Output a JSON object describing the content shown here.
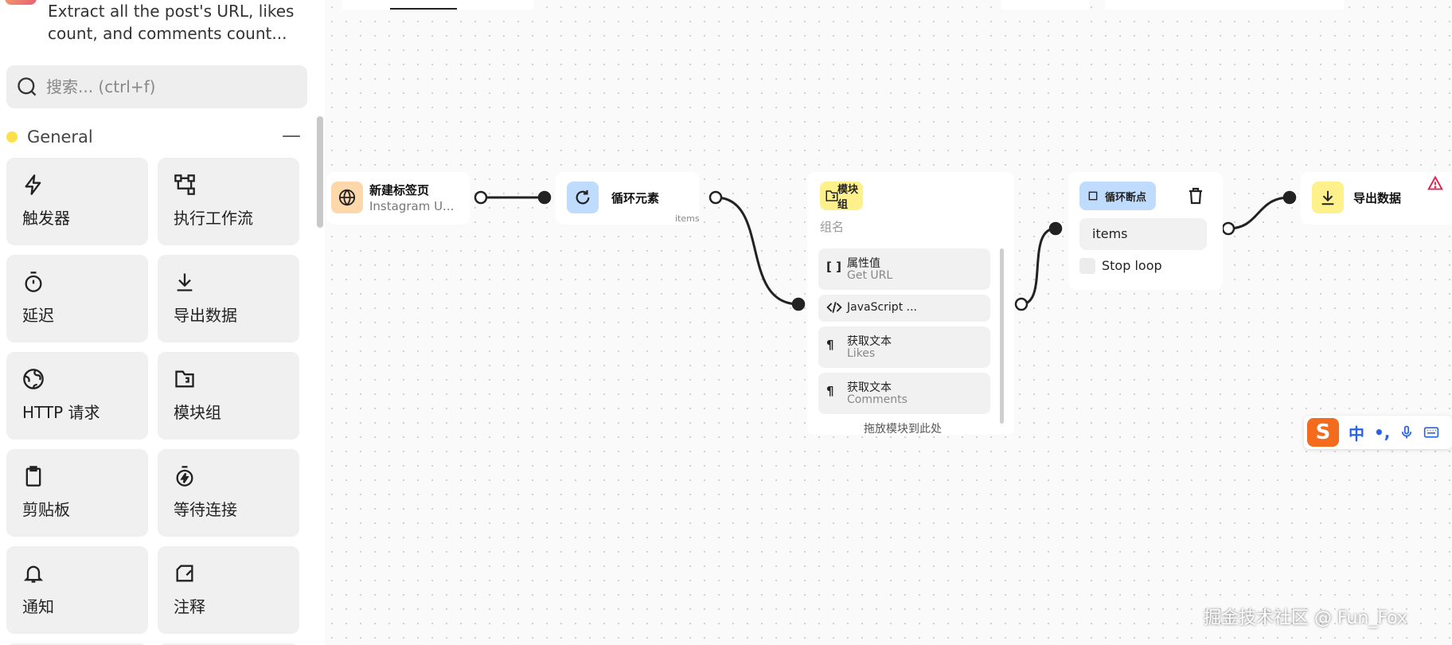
{
  "sidebar": {
    "description": "Extract all the post's URL, likes count, and comments count...",
    "search_placeholder": "搜索... (ctrl+f)",
    "category": {
      "label": "General",
      "toggle": "—",
      "dot_color": "#fde047"
    },
    "blocks": [
      {
        "label": "触发器",
        "icon": "bolt-icon"
      },
      {
        "label": "执行工作流",
        "icon": "workflow-icon"
      },
      {
        "label": "延迟",
        "icon": "timer-icon"
      },
      {
        "label": "导出数据",
        "icon": "download-icon"
      },
      {
        "label": "HTTP 请求",
        "icon": "globe-icon"
      },
      {
        "label": "模块组",
        "icon": "folder-icon"
      },
      {
        "label": "剪贴板",
        "icon": "clipboard-icon"
      },
      {
        "label": "等待连接",
        "icon": "timer-bolt-icon"
      },
      {
        "label": "通知",
        "icon": "bell-icon"
      },
      {
        "label": "注释",
        "icon": "note-icon"
      }
    ]
  },
  "canvas": {
    "nodes": {
      "new_tab": {
        "title": "新建标签页",
        "subtitle": "Instagram U...",
        "icon": "globe-icon",
        "color": "#fed7aa"
      },
      "loop": {
        "title": "循环元素",
        "handle_label": "items",
        "icon": "loop-icon",
        "color": "#bfdbfe"
      },
      "group": {
        "title": "模块组",
        "name_placeholder": "组名",
        "icon": "folder-icon",
        "color": "#fef08a",
        "items": [
          {
            "icon": "brackets-icon",
            "title": "属性值",
            "subtitle": "Get URL"
          },
          {
            "icon": "code-icon",
            "title": "JavaScript ...",
            "subtitle": ""
          },
          {
            "icon": "paragraph-icon",
            "title": "获取文本",
            "subtitle": "Likes"
          },
          {
            "icon": "paragraph-icon",
            "title": "获取文本",
            "subtitle": "Comments"
          }
        ],
        "drop_hint": "拖放模块到此处"
      },
      "loop_break": {
        "title": "循环断点",
        "input_value": "items",
        "checkbox_label": "Stop loop",
        "icon": "square-icon",
        "color": "#bfdbfe"
      },
      "export": {
        "title": "导出数据",
        "icon": "download-icon",
        "color": "#fef08a"
      }
    },
    "warning_icon": "warning-icon"
  },
  "ime": {
    "logo": "S",
    "lang": "中"
  },
  "watermark": "掘金技术社区 @ Fun_Fox"
}
